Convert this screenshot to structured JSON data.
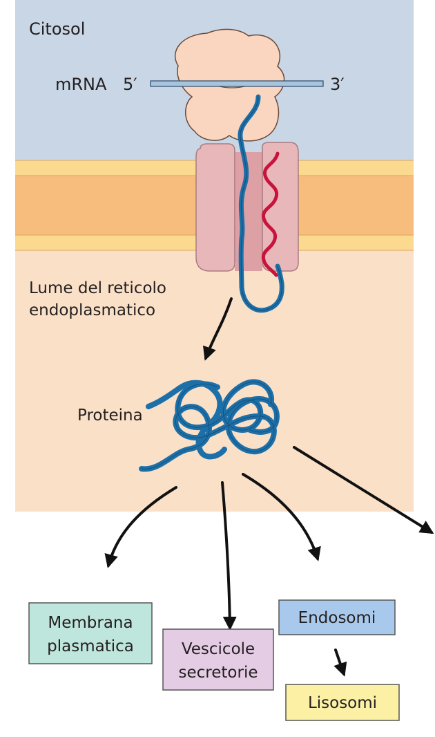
{
  "labels": {
    "cytosol": "Citosol",
    "mrna": "mRNA",
    "five_prime": "5′",
    "three_prime": "3′",
    "er_lumen_line1": "Lume del reticolo",
    "er_lumen_line2": "endoplasmatico",
    "protein": "Proteina"
  },
  "destinations": {
    "plasma_membrane_line1": "Membrana",
    "plasma_membrane_line2": "plasmatica",
    "secretory_line1": "Vescicole",
    "secretory_line2": "secretorie",
    "endosomes": "Endosomi",
    "lysosomes": "Lisosomi"
  },
  "colors": {
    "cytosol_bg": "#c8d6e6",
    "lumen_bg": "#fbe0c8",
    "membrane_outer": "#fbd98f",
    "membrane_core": "#f7bd7c",
    "ribosome": "#fad6c0",
    "translocon": "#e8b7ba",
    "chain_blue": "#1d6fa8",
    "signal_red": "#c8143c",
    "box_membrane": "#bfe6dc",
    "box_secretory": "#e4cce5",
    "box_endosome": "#a9c9ec",
    "box_lysosome": "#fbf0a4"
  }
}
